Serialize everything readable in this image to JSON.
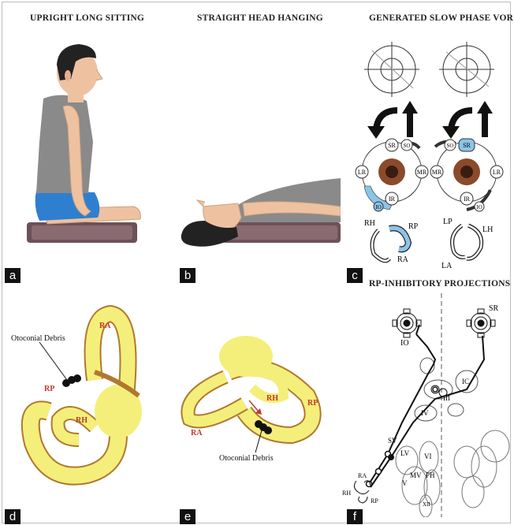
{
  "panels": {
    "a": {
      "label": "a",
      "title": "UPRIGHT LONG SITTING"
    },
    "b": {
      "label": "b",
      "title": "STRAIGHT HEAD HANGING"
    },
    "c": {
      "label": "c",
      "title": "GENERATED SLOW PHASE VOR",
      "eye_left": {
        "sr": "SR",
        "so": "SO",
        "lr": "LR",
        "mr": "MR",
        "ir": "IR",
        "io": "IO"
      },
      "eye_right": {
        "so": "SO",
        "sr": "SR",
        "mr": "MR",
        "lr": "LR",
        "ir": "IR",
        "io": "IO"
      },
      "canals_left": {
        "rh": "RH",
        "rp": "RP",
        "ra": "RA"
      },
      "canals_right": {
        "lp": "LP",
        "lh": "LH",
        "la": "LA"
      }
    },
    "d": {
      "label": "d",
      "debris": "Otoconial Debris",
      "ra": "RA",
      "rp": "RP",
      "rh": "RH"
    },
    "e": {
      "label": "e",
      "debris": "Otoconial Debris",
      "rh": "RH",
      "rp": "RP",
      "ra": "RA"
    },
    "f": {
      "label": "f",
      "title": "RP-INHIBITORY PROJECTIONS",
      "sr": "SR",
      "io": "IO",
      "ic": "IC",
      "iii": "III",
      "iv": "IV",
      "sv": "SV",
      "lv": "LV",
      "vi": "VI",
      "mv": "MV",
      "v": "V",
      "ph": "PH",
      "xii": "XII",
      "ra": "RA",
      "rh": "RH",
      "rp": "RP"
    }
  },
  "colors": {
    "canal_yellow": "#f4ef7a",
    "canal_brown": "#b0782f",
    "highlight_blue": "#8cc4e8",
    "label_red": "#c0392b",
    "shirt": "#8a8a8a",
    "shorts": "#2f7fd0",
    "skin": "#eec2a0",
    "cushion": "#6d5158"
  }
}
